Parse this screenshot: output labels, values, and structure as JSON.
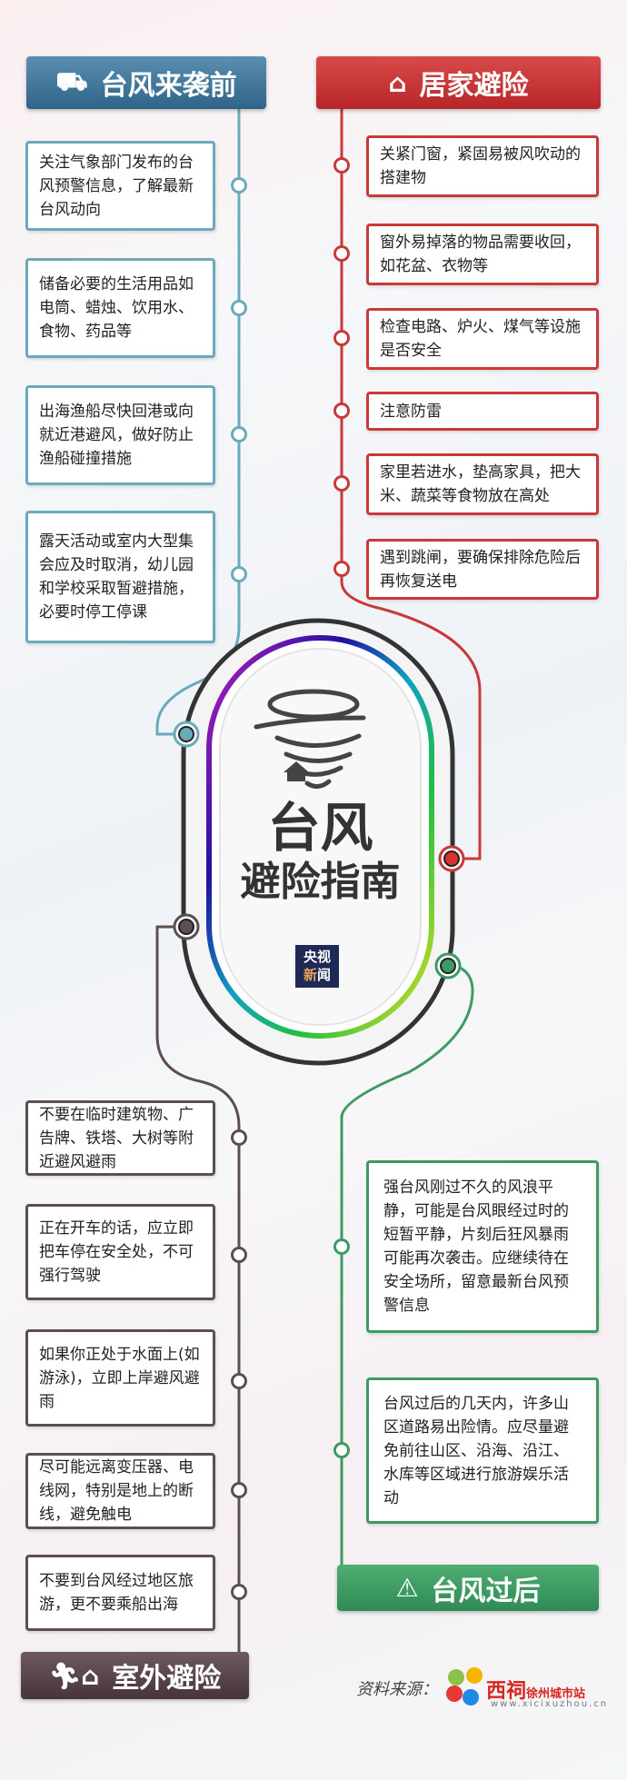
{
  "colors": {
    "before": "#3f7596",
    "home": "#c42f32",
    "outdoor": "#5b4549",
    "after": "#3b9860"
  },
  "sections": {
    "before": {
      "title": "台风来袭前",
      "icon": "supplies-icon",
      "items": [
        "关注气象部门发布的台风预警信息，了解最新台风动向",
        "储备必要的生活用品如电筒、蜡烛、饮用水、食物、药品等",
        "出海渔船尽快回港或向就近港避风，做好防止渔船碰撞措施",
        "露天活动或室内大型集会应及时取消，幼儿园和学校采取暂避措施，必要时停工停课"
      ]
    },
    "home": {
      "title": "居家避险",
      "icon": "house-person-icon",
      "items": [
        "关紧门窗，紧固易被风吹动的搭建物",
        "窗外易掉落的物品需要收回，如花盆、衣物等",
        "检查电路、炉火、煤气等设施是否安全",
        "注意防雷",
        "家里若进水，垫高家具，把大米、蔬菜等食物放在高处",
        "遇到跳闸，要确保排除危险后再恢复送电"
      ]
    },
    "outdoor": {
      "title": "室外避险",
      "icon": "running-house-icon",
      "items": [
        "不要在临时建筑物、广告牌、铁塔、大树等附近避风避雨",
        "正在开车的话，应立即把车停在安全处，不可强行驾驶",
        "如果你正处于水面上(如游泳)，立即上岸避风避雨",
        "尽可能远离变压器、电线网，特别是地上的断线，避免触电",
        "不要到台风经过地区旅游，更不要乘船出海"
      ]
    },
    "after": {
      "title": "台风过后",
      "icon": "warning-icon",
      "items": [
        "强台风刚过不久的风浪平静，可能是台风眼经过时的短暂平静，片刻后狂风暴雨可能再次袭击。应继续待在安全场所，留意最新台风预警信息",
        "台风过后的几天内，许多山区道路易出险情。应尽量避免前往山区、沿海、沿江、水库等区域进行旅游娱乐活动"
      ]
    }
  },
  "center": {
    "title_line1": "台风",
    "title_line2": "避险指南",
    "icon": "tornado-icon",
    "logo": {
      "line1": "央视",
      "line2a": "新",
      "line2b": "闻"
    }
  },
  "footer": {
    "source_label": "资料来源：",
    "brand": "西祠",
    "brand_sub": "徐州城市站",
    "url": "www.xicixuzhou.cn"
  }
}
